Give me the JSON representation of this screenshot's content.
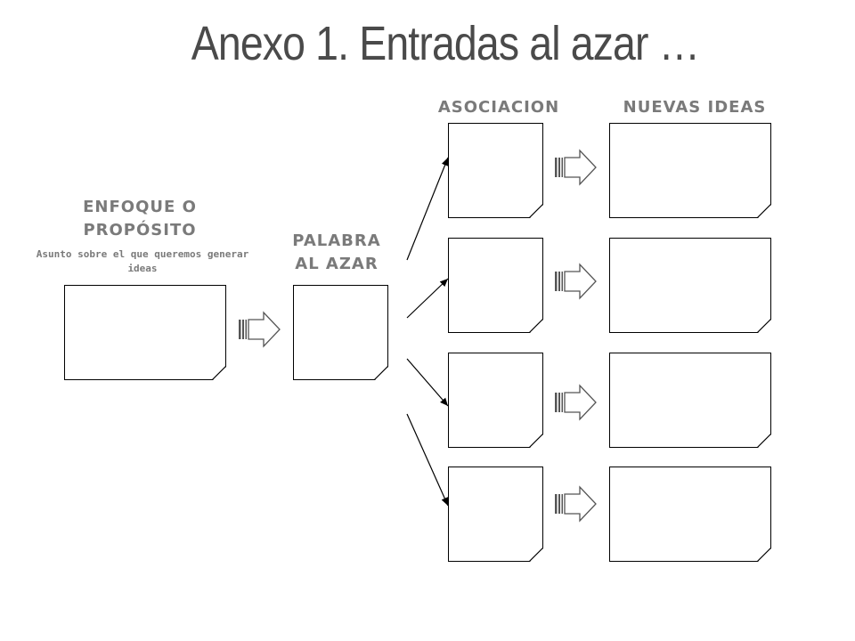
{
  "title": "Anexo 1. Entradas al azar …",
  "labels": {
    "enfoque": "ENFOQUE O PROPÓSITO",
    "enfoque_sub": "Asunto sobre el que queremos generar ideas",
    "palabra": "PALABRA AL AZAR",
    "asociacion": "ASOCIACION",
    "nuevas_ideas": "NUEVAS IDEAS"
  }
}
